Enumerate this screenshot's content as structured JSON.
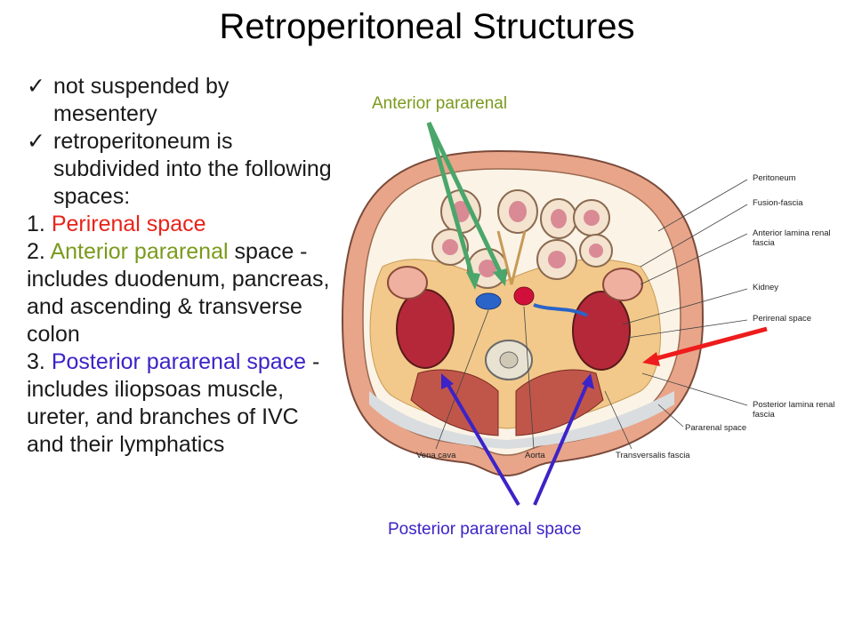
{
  "title": "Retroperitoneal Structures",
  "bullets": [
    {
      "text": "not suspended by mesentery"
    },
    {
      "text": "retroperitoneum is subdivided into the following spaces:"
    }
  ],
  "spaces": [
    {
      "num": "1.",
      "name": "Perirenal space",
      "color": "#e8231a",
      "rest": ""
    },
    {
      "num": "2.",
      "name": "Anterior pararenal",
      "color": "#7a9a1c",
      "rest": "space - includes duodenum, pancreas, and ascending & transverse colon"
    },
    {
      "num": "3.",
      "name": "Posterior pararenal space",
      "color": "#3b23c7",
      "rest": "- includes iliopsoas muscle, ureter, and branches of IVC and their lymphatics"
    }
  ],
  "annotations": {
    "anterior": "Anterior pararenal",
    "posterior": "Posterior pararenal space"
  },
  "figure_labels": {
    "peritoneum": "Peritoneum",
    "fusion_fascia": "Fusion-fascia",
    "anterior_lamina": "Anterior lamina renal fascia",
    "kidney": "Kidney",
    "perirenal_space": "Perirenal space",
    "posterior_lamina": "Posterior lamina renal fascia",
    "pararenal_space": "Pararenal space",
    "vena_cava": "Vena cava",
    "aorta": "Aorta",
    "transversalis_fascia": "Transversalis fascia"
  },
  "colors": {
    "green_arrow": "#4aa66a",
    "blue_arrow": "#3b23c7",
    "red_arrow": "#ee1c1c"
  }
}
